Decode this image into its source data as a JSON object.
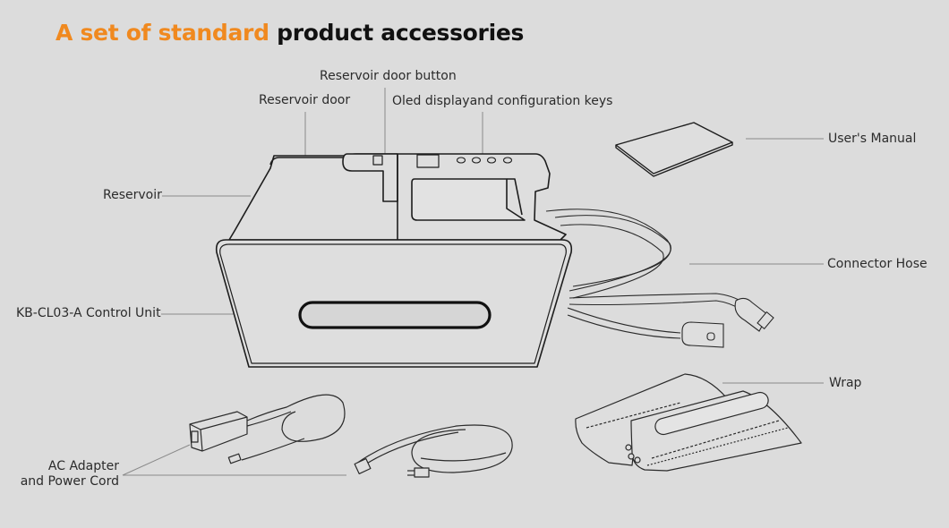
{
  "title": {
    "accent_text": "A set of standard",
    "rest_text": "product accessories",
    "accent_color": "#f0891f",
    "text_color": "#111111"
  },
  "background_color": "#dcdcdc",
  "labels": {
    "reservoir_door_button": "Reservoir door button",
    "reservoir_door": "Reservoir door",
    "oled_display": "Oled displayand configuration keys",
    "reservoir": "Reservoir",
    "control_unit": "KB-CL03-A Control Unit",
    "users_manual": "User's Manual",
    "connector_hose": "Connector Hose",
    "wrap": "Wrap",
    "ac_adapter_line1": "AC Adapter",
    "ac_adapter_line2": "and Power Cord"
  },
  "components": [
    {
      "id": "control-unit",
      "name": "KB-CL03-A Control Unit"
    },
    {
      "id": "users-manual",
      "name": "User's Manual"
    },
    {
      "id": "connector-hose",
      "name": "Connector Hose"
    },
    {
      "id": "wrap",
      "name": "Wrap"
    },
    {
      "id": "ac-adapter",
      "name": "AC Adapter and Power Cord"
    }
  ]
}
